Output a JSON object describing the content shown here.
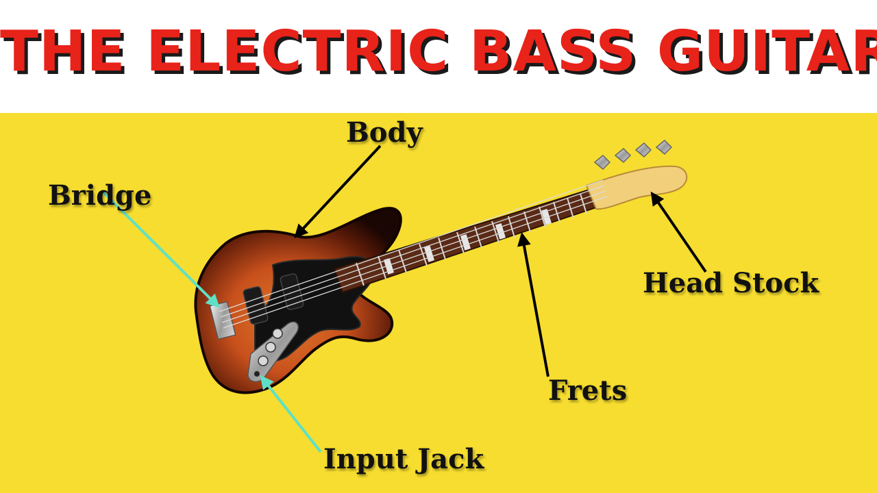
{
  "title": "THE ELECTRIC BASS GUITAR",
  "colors": {
    "title_text": "#e8231a",
    "title_shadow": "#1a1a1a",
    "background": "#f6dd2f",
    "pointer_teal": "#5fe0c6",
    "pointer_black": "#000000",
    "body_sunburst": "#c8501c",
    "pickguard": "#111111",
    "neck_rosewood": "#5a2a16",
    "headstock_maple": "#f2cf7a"
  },
  "labels": {
    "body": "Body",
    "bridge": "Bridge",
    "head_stock": "Head Stock",
    "frets": "Frets",
    "input_jack": "Input Jack"
  },
  "pointer_styles": {
    "body": "black-arrow",
    "bridge": "teal-arrow",
    "head_stock": "black-arrow",
    "frets": "black-arrow",
    "input_jack": "teal-arrow"
  }
}
